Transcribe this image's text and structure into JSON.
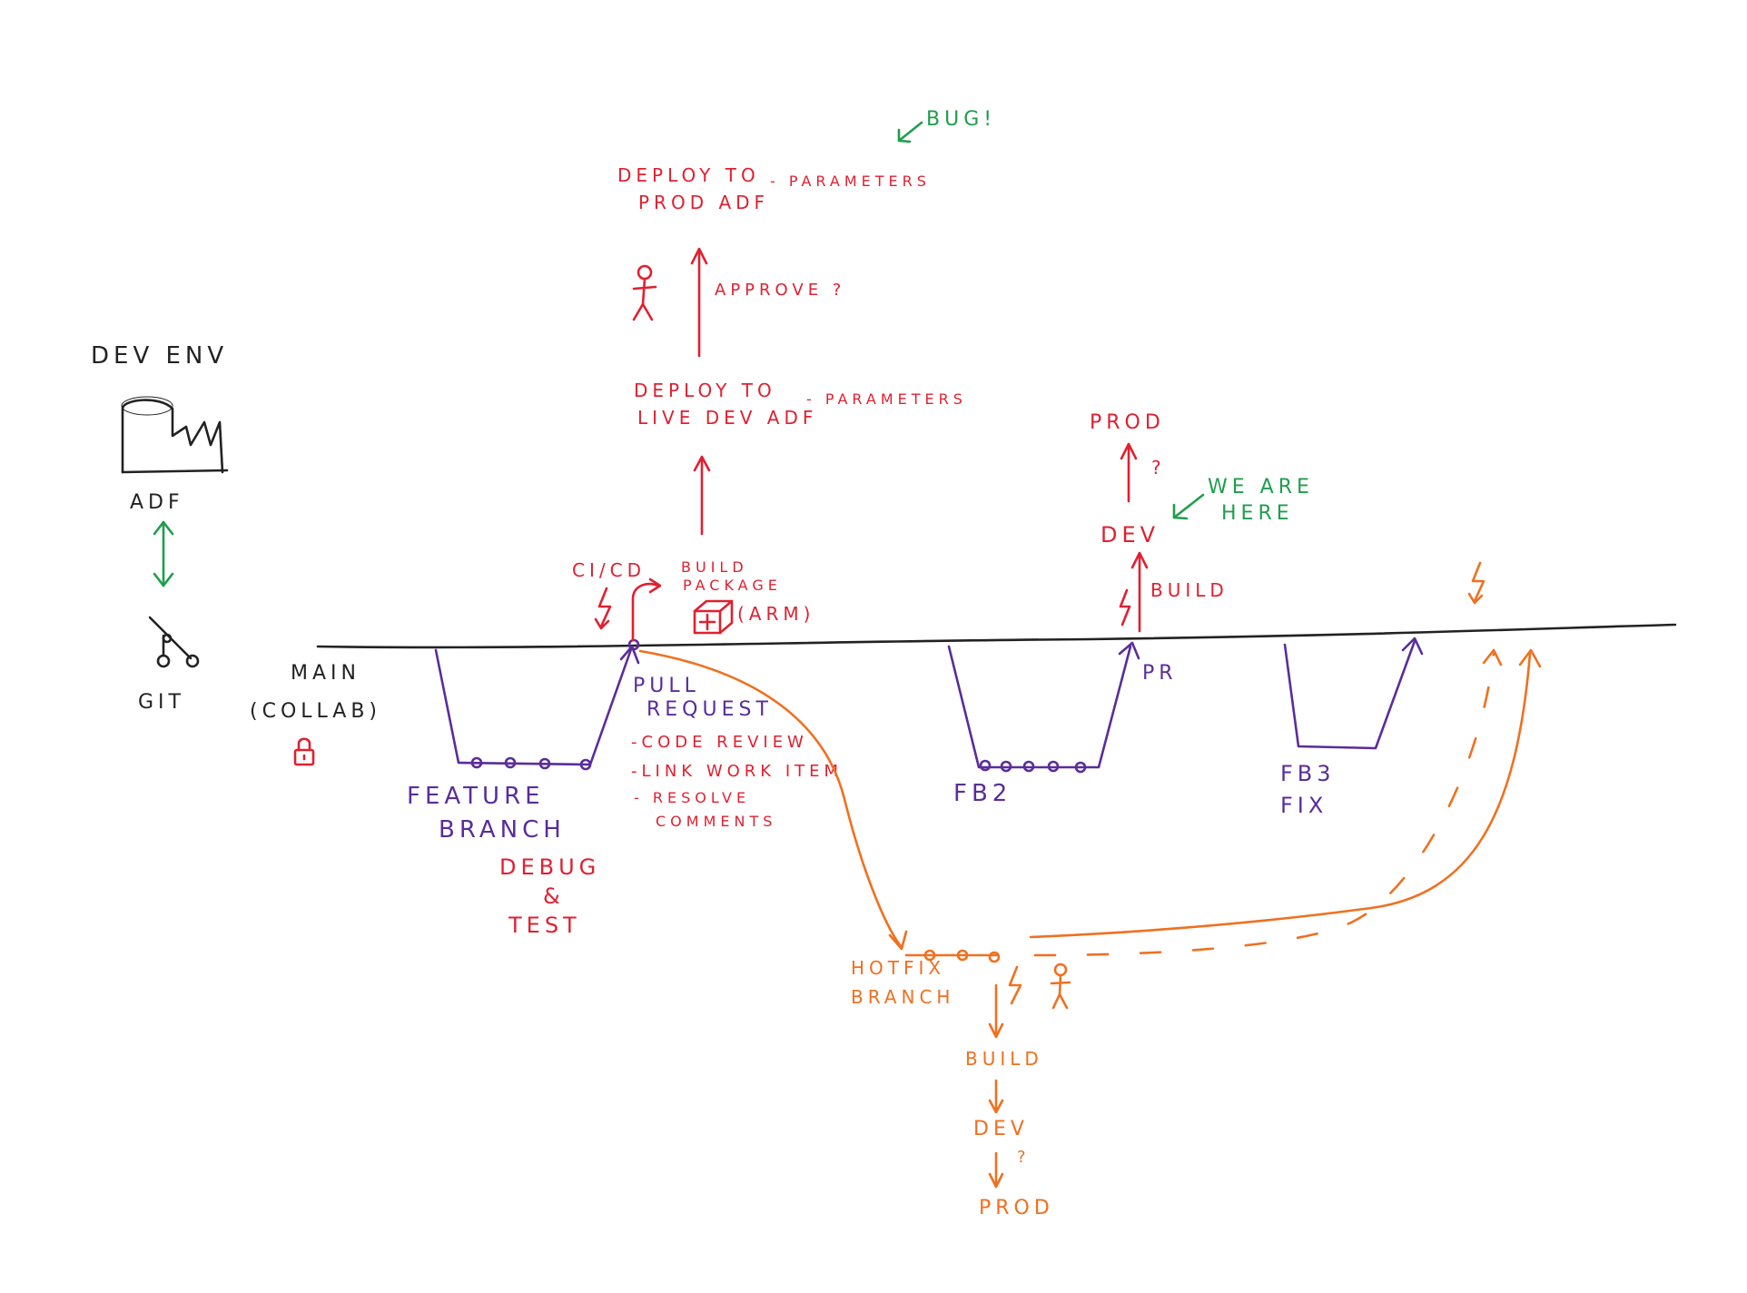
{
  "colors": {
    "main_line": "#222222",
    "pipeline": "#e02030",
    "branches": "#5a2d9a",
    "hotfix": "#f07020",
    "annotations": "#1f9e4c"
  },
  "left": {
    "dev_env": "DEV ENV",
    "adf": "ADF",
    "git": "GIT",
    "main": "MAIN",
    "collab": "(COLLAB)"
  },
  "pipeline": {
    "bug": "BUG!",
    "deploy_prod_1": "DEPLOY TO",
    "deploy_prod_2": "PROD ADF",
    "parameters_prod": "- PARAMETERS",
    "approve": "APPROVE ?",
    "deploy_dev_1": "DEPLOY TO",
    "deploy_dev_2": "LIVE DEV ADF",
    "parameters_dev": "- PARAMETERS",
    "cicd": "CI/CD",
    "build_1": "BUILD",
    "build_2": "PACKAGE",
    "arm": "(ARM)"
  },
  "feature": {
    "label_1": "FEATURE",
    "label_2": "BRANCH",
    "debug_1": "DEBUG",
    "debug_2": "&",
    "debug_3": "TEST",
    "pull_1": "PULL",
    "pull_2": "REQUEST",
    "item_1": "-CODE REVIEW",
    "item_2": "-LINK WORK ITEM",
    "item_3a": "- RESOLVE",
    "item_3b": "COMMENTS"
  },
  "fb2": {
    "label": "FB2",
    "pr": "PR",
    "build": "BUILD",
    "dev": "DEV",
    "prod": "PROD",
    "question": "?",
    "we_are_1": "WE ARE",
    "we_are_2": "HERE"
  },
  "fb3": {
    "label_1": "FB3",
    "label_2": "FIX"
  },
  "hotfix": {
    "label_1": "HOTFIX",
    "label_2": "BRANCH",
    "build": "BUILD",
    "dev": "DEV",
    "question": "?",
    "prod": "PROD"
  }
}
